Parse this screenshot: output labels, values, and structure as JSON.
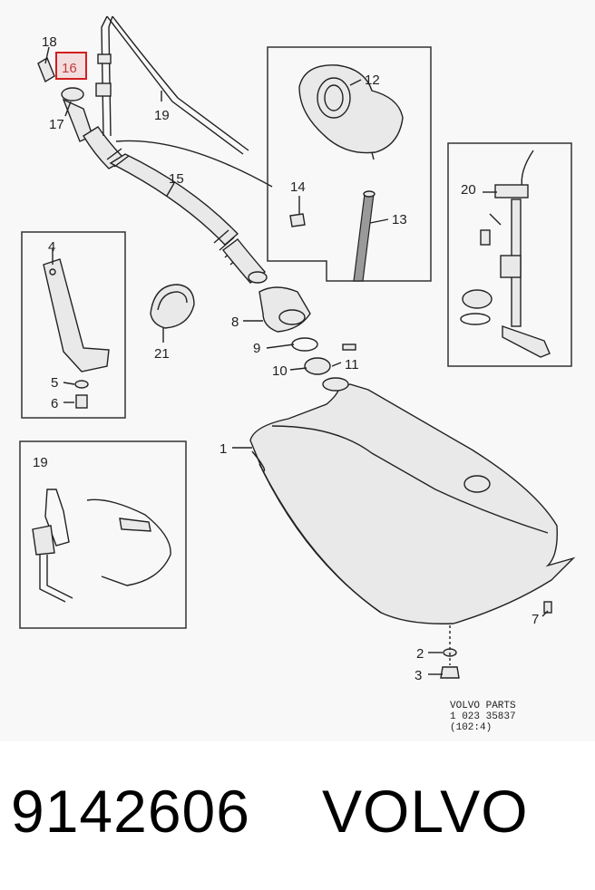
{
  "diagram": {
    "callouts": {
      "c1": "1",
      "c2": "2",
      "c3": "3",
      "c4": "4",
      "c5": "5",
      "c6": "6",
      "c7": "7",
      "c8": "8",
      "c9": "9",
      "c10": "10",
      "c11": "11",
      "c12": "12",
      "c13": "13",
      "c14": "14",
      "c15": "15",
      "c16": "16",
      "c17": "17",
      "c18": "18",
      "c19": "19",
      "c20": "20",
      "c21": "21",
      "c19_inset": "19"
    },
    "highlighted_callout": "16",
    "highlight_color": "#d21f1f",
    "parts_note": {
      "line1": "VOLVO  PARTS",
      "line2": "1 023    35837",
      "line3": "(102:4)"
    }
  },
  "caption": {
    "part_number": "9142606",
    "brand": "VOLVO"
  }
}
